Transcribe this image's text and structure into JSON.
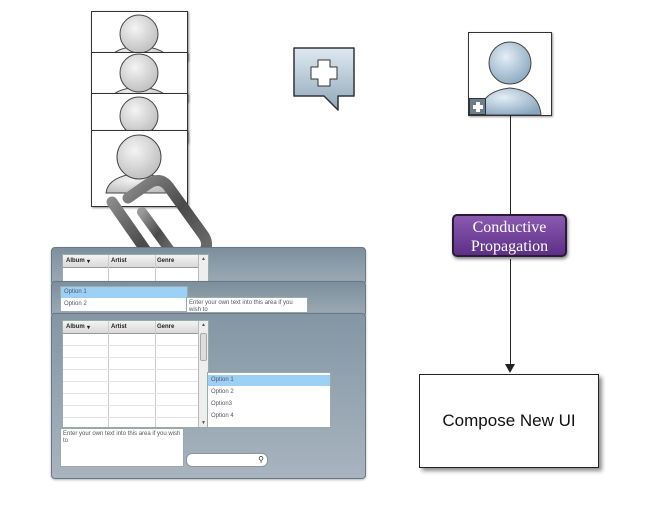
{
  "diagram": {
    "conductive_label_line1": "Conductive",
    "conductive_label_line2": "Propagation",
    "compose_label": "Compose New UI"
  },
  "mockup": {
    "table_headers": [
      "Album",
      "Artist",
      "Genre"
    ],
    "list_options_top": [
      "Option 1",
      "Option 2"
    ],
    "list_options_bottom": [
      "Option 1",
      "Option 2",
      "Option3",
      "Option 4"
    ],
    "textarea_placeholder": "Enter your own text into this area if you wish to",
    "search_icon": "search-icon"
  },
  "colors": {
    "conductive_fill": "#6c3d94",
    "panel_fill": "#8a9aa7",
    "selected_option": "#9cd0f4"
  }
}
